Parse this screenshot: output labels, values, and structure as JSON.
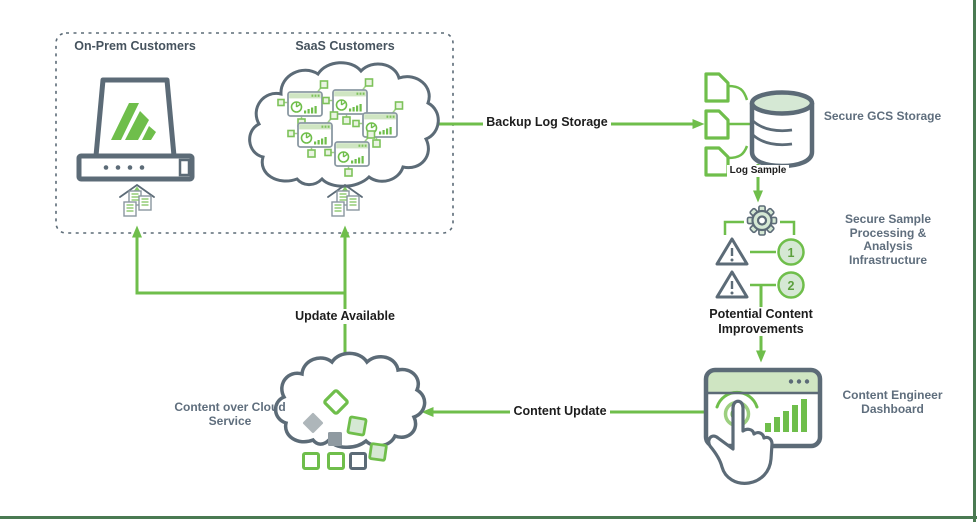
{
  "diagram": {
    "labels": {
      "on_prem": "On-Prem Customers",
      "saas": "SaaS Customers",
      "backup": "Backup Log Storage",
      "gcs": "Secure GCS Storage",
      "log_sample": "Log Sample",
      "update_available": "Update Available",
      "content_update": "Content Update"
    },
    "multiline": {
      "processing": [
        "Secure Sample",
        "Processing &",
        "Analysis",
        "Infrastructure"
      ],
      "improvements": [
        "Potential Content",
        "Improvements"
      ],
      "dashboard": [
        "Content Engineer",
        "Dashboard"
      ],
      "cloud_service": [
        "Content over Cloud",
        "Service"
      ]
    },
    "badges": {
      "step1": "1",
      "step2": "2"
    },
    "colors": {
      "accent_green": "#6fbe4b",
      "light_green_fill": "#d5e8d4",
      "slate_stroke": "#5c6b77",
      "gray_label": "#5f6e7d",
      "dark_label": "#1d1d1d",
      "frame_border": "#4a7a52"
    }
  }
}
